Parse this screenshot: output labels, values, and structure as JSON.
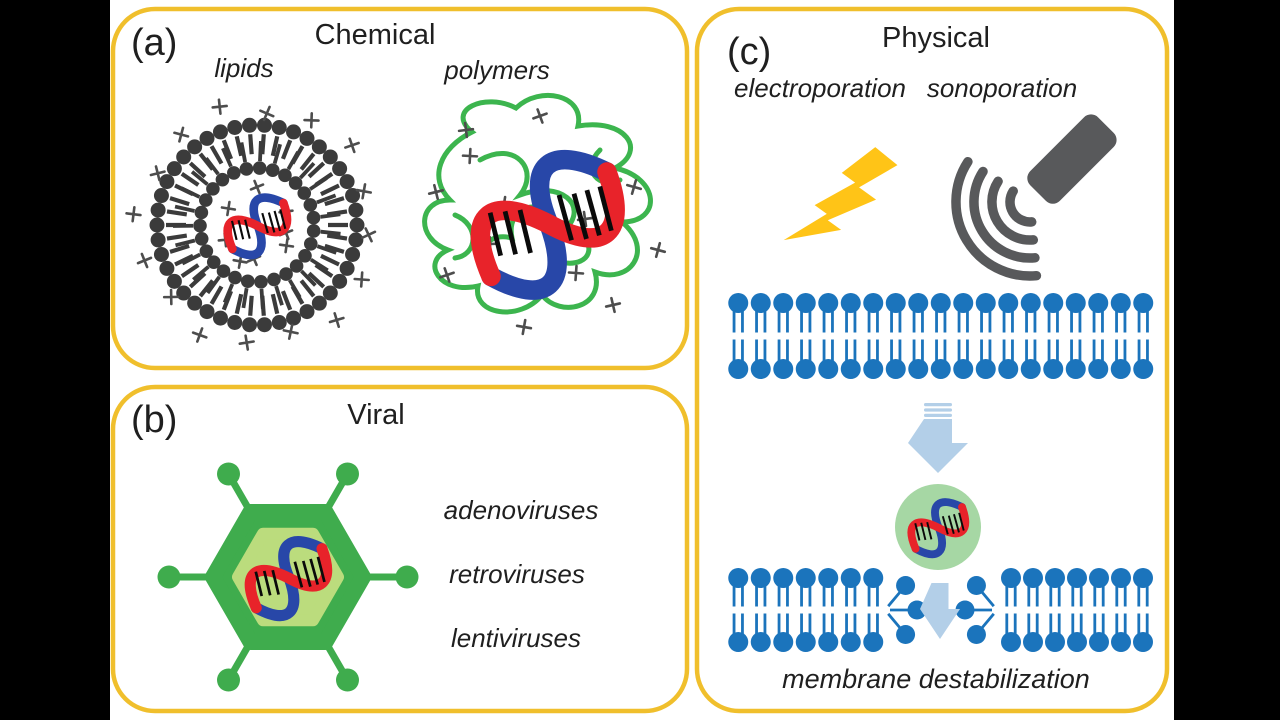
{
  "panels": {
    "chemical": {
      "letter": "(a)",
      "title": "Chemical",
      "methods": [
        {
          "label": "lipids"
        },
        {
          "label": "polymers"
        }
      ]
    },
    "viral": {
      "letter": "(b)",
      "title": "Viral",
      "methods": [
        {
          "label": "adenoviruses"
        },
        {
          "label": "retroviruses"
        },
        {
          "label": "lentiviruses"
        }
      ]
    },
    "physical": {
      "letter": "(c)",
      "title": "Physical",
      "methods": [
        {
          "label": "electroporation"
        },
        {
          "label": "sonoporation"
        }
      ],
      "caption": "membrane destabilization"
    }
  },
  "icons": [
    "liposome-icon",
    "polymer-icon",
    "dna-icon",
    "virus-capsid-icon",
    "lightning-icon",
    "ultrasound-probe-icon",
    "sound-waves-icon",
    "lipid-bilayer-icon",
    "down-arrow-icon",
    "dna-cargo-icon",
    "destabilized-membrane-icon",
    "pore-arrow-icon"
  ],
  "colors": {
    "background": "#000000",
    "canvas": "#ffffff",
    "panel_border": "#F0BF2C",
    "text": "#1f1f1f",
    "lipid_dark": "#3b3b3b",
    "plus_gray": "#4d4d4d",
    "polymer_green": "#3CB54E",
    "virus_green": "#3FAC4D",
    "virus_inner_green": "#BBDC7D",
    "membrane_blue": "#1B74BC",
    "arrow_blue": "#B3CFE8",
    "cargo_green": "#A6D7A4",
    "lightning_yellow": "#FFC417",
    "probe_gray": "#58595B",
    "dna_red": "#E8232A",
    "dna_blue": "#2847A8",
    "dna_hatch": "#0a0a0a"
  }
}
